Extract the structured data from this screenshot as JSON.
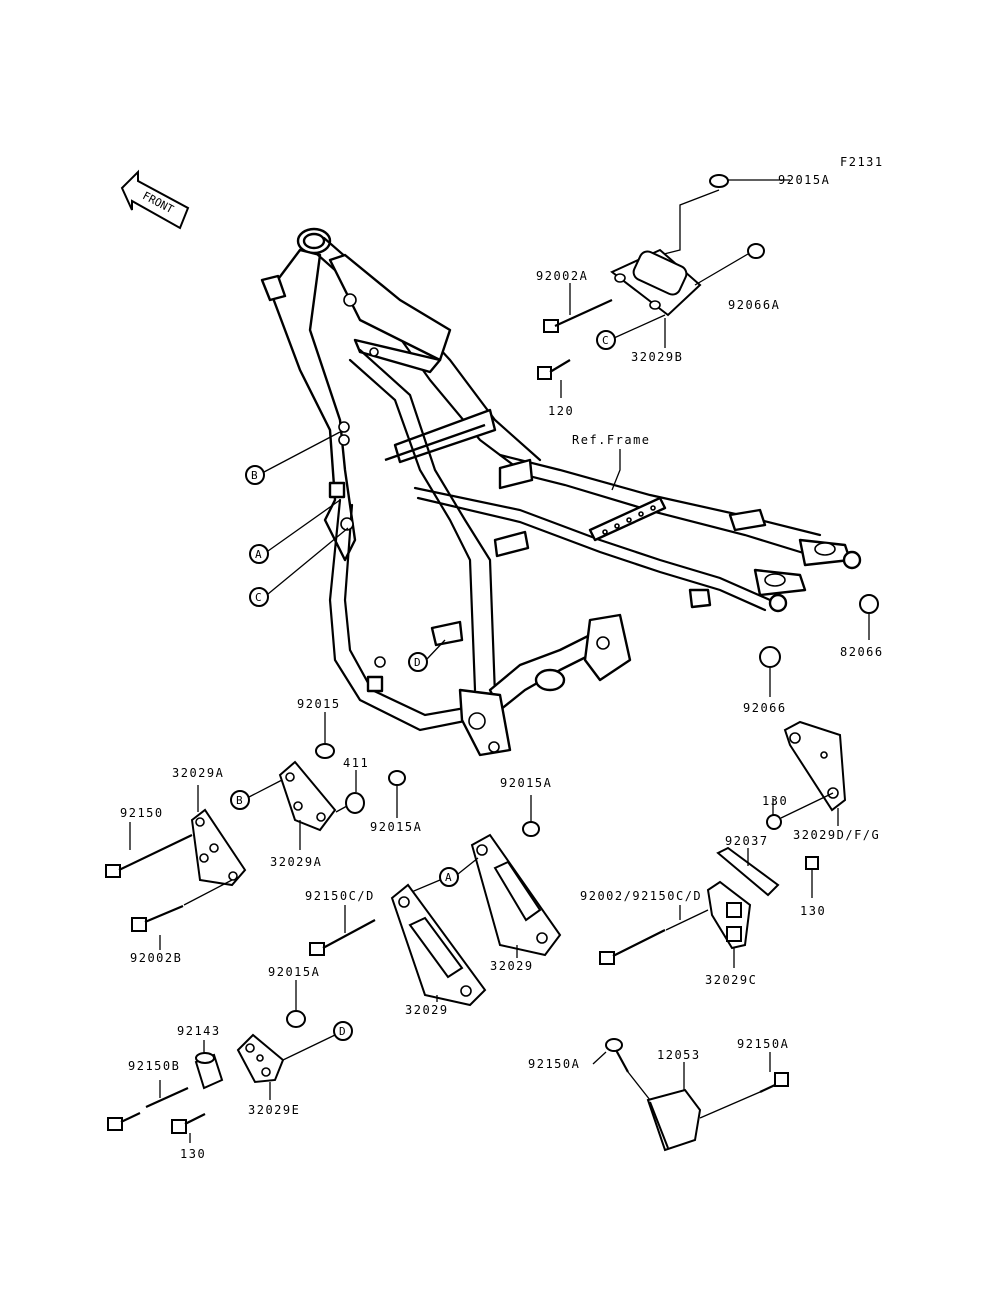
{
  "figure_id": "F2131",
  "front_label": "FRONT",
  "ref_frame": "Ref.Frame",
  "refs": {
    "A": "A",
    "B": "B",
    "C": "C",
    "D": "D"
  },
  "parts": {
    "p92015A_top": "92015A",
    "p92002A": "92002A",
    "p92066A": "92066A",
    "p32029B": "32029B",
    "p120": "120",
    "p82066": "82066",
    "p92066": "92066",
    "p92015": "92015",
    "p32029A_left": "32029A",
    "p411": "411",
    "p92150": "92150",
    "p92015A_mid": "92015A",
    "p32029A_mid": "32029A",
    "p92015A_right": "92015A",
    "p130_top": "130",
    "p32029DFG": "32029D/F/G",
    "p92037": "92037",
    "p130_small": "130",
    "p92150CD": "92150C/D",
    "p92002_92150CD": "92002/92150C/D",
    "p92002B": "92002B",
    "p32029_right": "32029",
    "p32029C": "32029C",
    "p92015A_low": "92015A",
    "p32029_low": "32029",
    "p92143": "92143",
    "p92150B": "92150B",
    "p32029E": "32029E",
    "p130_bottom": "130",
    "p92150A_left": "92150A",
    "p12053": "12053",
    "p92150A_right": "92150A"
  }
}
